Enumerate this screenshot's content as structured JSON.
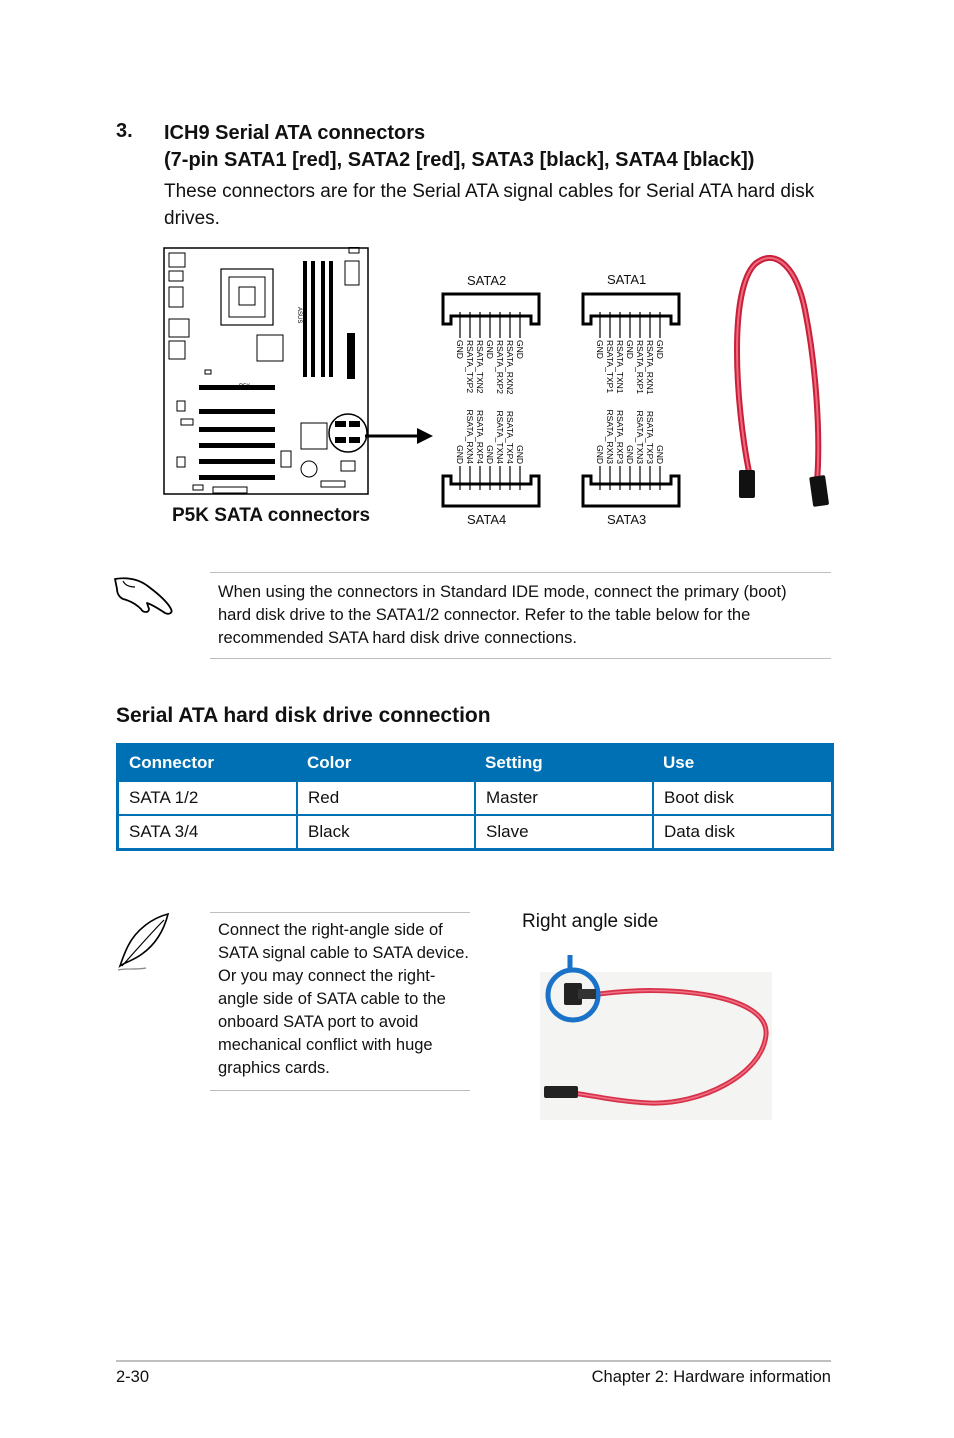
{
  "section": {
    "number": "3.",
    "title_line1": "ICH9 Serial ATA connectors",
    "title_line2": "(7-pin SATA1 [red], SATA2 [red], SATA3 [black], SATA4 [black])",
    "description": "These connectors are for the Serial ATA signal cables for Serial ATA hard disk drives."
  },
  "diagram": {
    "board_caption": "P5K SATA connectors",
    "board_marking": "P5K",
    "board_brand": "ASUS",
    "connectors": {
      "sata2": {
        "label": "SATA2",
        "pins": [
          "GND",
          "RSATA_TXP2",
          "RSATA_TXN2",
          "GND",
          "RSATA_RXP2",
          "RSATA_RXN2",
          "GND"
        ]
      },
      "sata1": {
        "label": "SATA1",
        "pins": [
          "GND",
          "RSATA_TXP1",
          "RSATA_TXN1",
          "GND",
          "RSATA_RXP1",
          "RSATA_RXN1",
          "GND"
        ]
      },
      "sata4": {
        "label": "SATA4",
        "pins": [
          "GND",
          "RSATA_RXN4",
          "RSATA_RXP4",
          "GND",
          "RSATA_TXN4",
          "RSATA_TXP4",
          "GND"
        ]
      },
      "sata3": {
        "label": "SATA3",
        "pins": [
          "GND",
          "RSATA_RXN3",
          "RSATA_RXP3",
          "GND",
          "RSATA_TXN3",
          "RSATA_TXP3",
          "GND"
        ]
      }
    }
  },
  "note1": {
    "icon": "pointing-hand-icon",
    "text": "When using the connectors in Standard IDE mode, connect the primary (boot) hard disk drive to the SATA1/2 connector. Refer to the table below for the recommended SATA hard disk drive connections."
  },
  "table": {
    "title": "Serial ATA hard disk drive connection",
    "headers": [
      "Connector",
      "Color",
      "Setting",
      "Use"
    ],
    "rows": [
      [
        "SATA 1/2",
        "Red",
        "Master",
        "Boot disk"
      ],
      [
        "SATA 3/4",
        "Black",
        "Slave",
        "Data disk"
      ]
    ]
  },
  "note2": {
    "icon": "feather-pen-icon",
    "text": "Connect the right-angle side of SATA signal cable to SATA device. Or you may connect the right-angle side of SATA cable to the onboard SATA port to avoid mechanical conflict with huge graphics cards.",
    "photo_label": "Right angle side"
  },
  "footer": {
    "page": "2-30",
    "chapter": "Chapter 2: Hardware information"
  },
  "colors": {
    "table_blue": "#0070b4",
    "cable_red": "#e0344a",
    "highlight_blue": "#1a73c8"
  }
}
